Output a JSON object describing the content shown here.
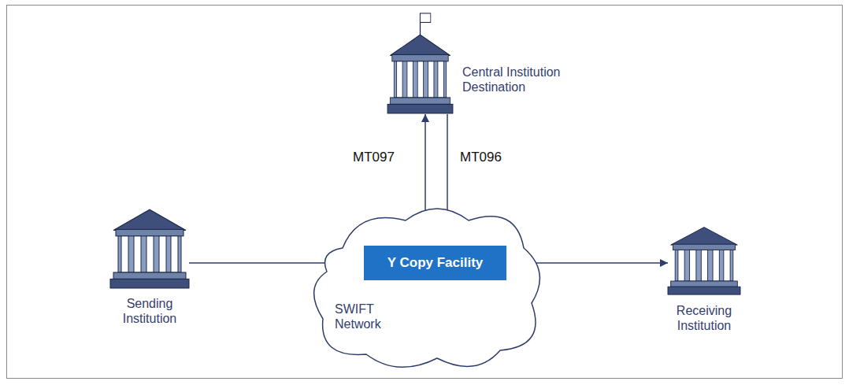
{
  "diagram": {
    "nodes": [
      {
        "text": [
          "Central Institution Destination"
        ]
      },
      {
        "text": [
          "Sending Institution"
        ]
      },
      {
        "text": [
          "SWIFT Network"
        ]
      },
      {
        "text": [
          "Y Copy Facility"
        ],
        "in": 2
      },
      {
        "text": [
          "Receiving Institution"
        ]
      }
    ],
    "edges": [
      {
        "from": 1,
        "to": 3,
        "arrow": "to"
      },
      {
        "from": 3,
        "to": 0,
        "label": "MT097",
        "arrow": "to"
      },
      {
        "from": 0,
        "to": 3,
        "label": "MT096",
        "arrow": "to"
      },
      {
        "from": 3,
        "to": 4,
        "arrow": "to"
      }
    ]
  }
}
